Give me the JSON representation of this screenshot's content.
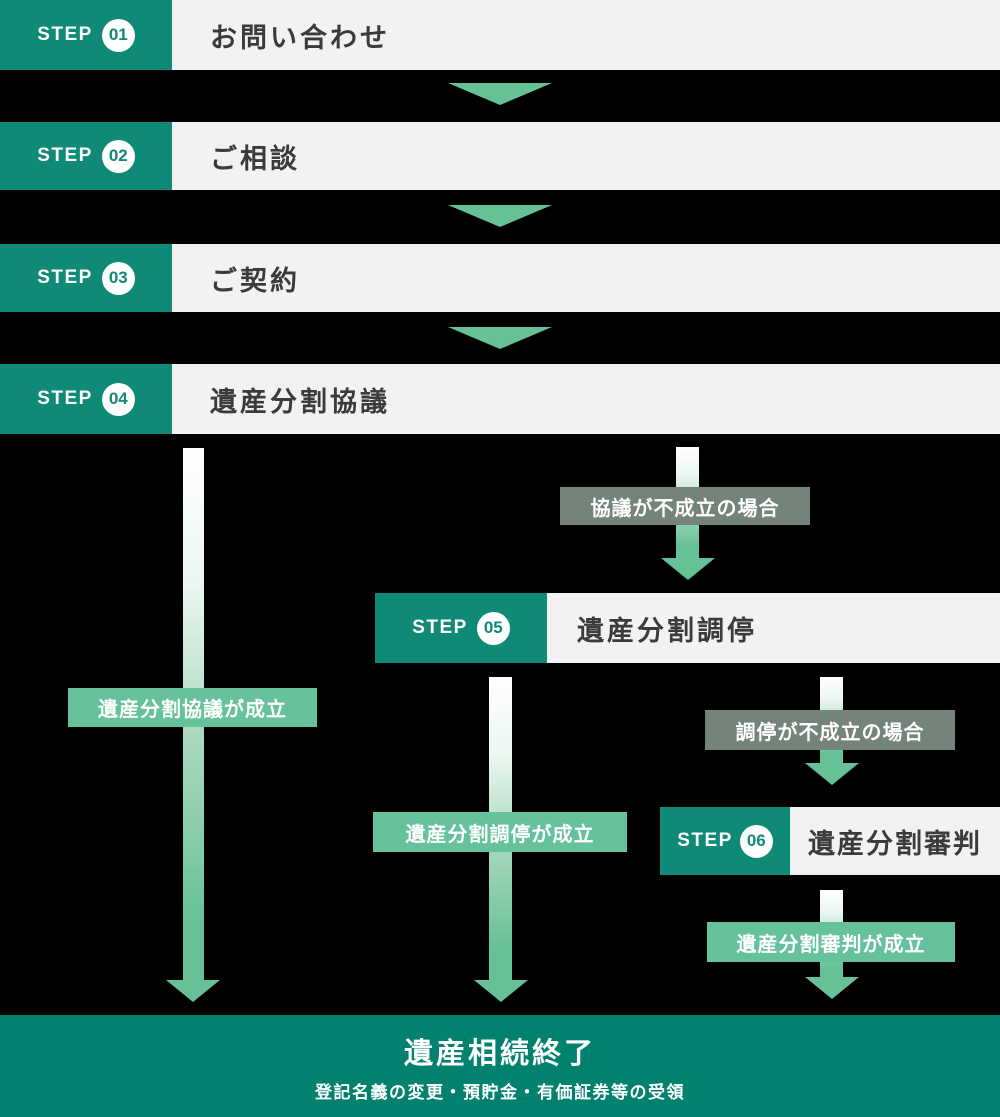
{
  "steps": [
    {
      "prefix": "STEP",
      "number": "01",
      "label": "お問い合わせ"
    },
    {
      "prefix": "STEP",
      "number": "02",
      "label": "ご相談"
    },
    {
      "prefix": "STEP",
      "number": "03",
      "label": "ご契約"
    },
    {
      "prefix": "STEP",
      "number": "04",
      "label": "遺産分割協議"
    },
    {
      "prefix": "STEP",
      "number": "05",
      "label": "遺産分割調停"
    },
    {
      "prefix": "STEP",
      "number": "06",
      "label": "遺産分割審判"
    }
  ],
  "branches": {
    "discussion_fail": "協議が不成立の場合",
    "mediation_fail": "調停が不成立の場合",
    "discussion_success": "遺産分割協議が成立",
    "mediation_success": "遺産分割調停が成立",
    "judgment_success": "遺産分割審判が成立"
  },
  "footer": {
    "title": "遺産相続終了",
    "subtitle": "登記名義の変更・預貯金・有価証券等の受領"
  },
  "colors": {
    "step_teal": "#0e8a77",
    "footer_teal": "#02816e",
    "arrow_green": "#66c196",
    "success_label_green": "#66c29a",
    "fail_label_sage": "#75847b",
    "content_gray": "#f2f2f1",
    "text_dark": "#3b3b3b"
  }
}
